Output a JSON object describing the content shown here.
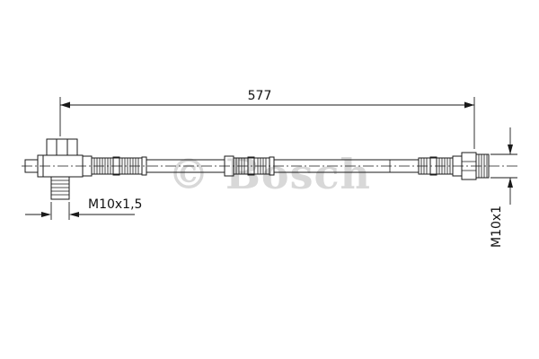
{
  "diagram": {
    "watermark": "© Bosch",
    "dimensions": {
      "overall_length": "577",
      "left_thread": "M10x1,5",
      "right_thread": "M10x1"
    },
    "colors": {
      "line": "#1a1a1a",
      "watermark": "#d8d8d8",
      "background": "#ffffff"
    }
  }
}
